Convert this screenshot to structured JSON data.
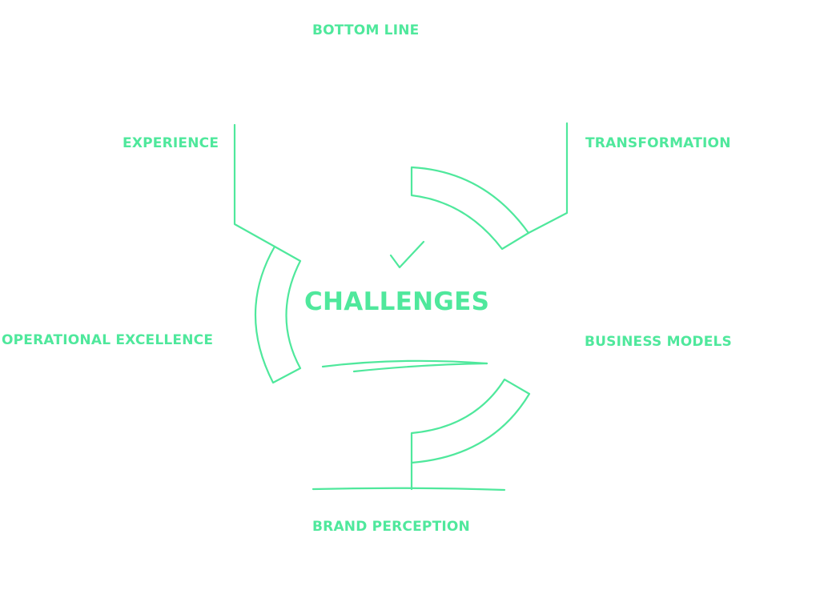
{
  "colors": {
    "accent": "#4fe89c",
    "background": "#ffffff"
  },
  "center": {
    "title": "CHALLENGES",
    "icon": "checkmark-icon"
  },
  "labels": {
    "bottom_line": "BOTTOM LINE",
    "experience": "EXPERIENCE",
    "transformation": "TRANSFORMATION",
    "operational_excellence": "OPERATIONAL EXCELLENCE",
    "business_models": "BUSINESS MODELS",
    "brand_perception": "BRAND PERCEPTION"
  }
}
